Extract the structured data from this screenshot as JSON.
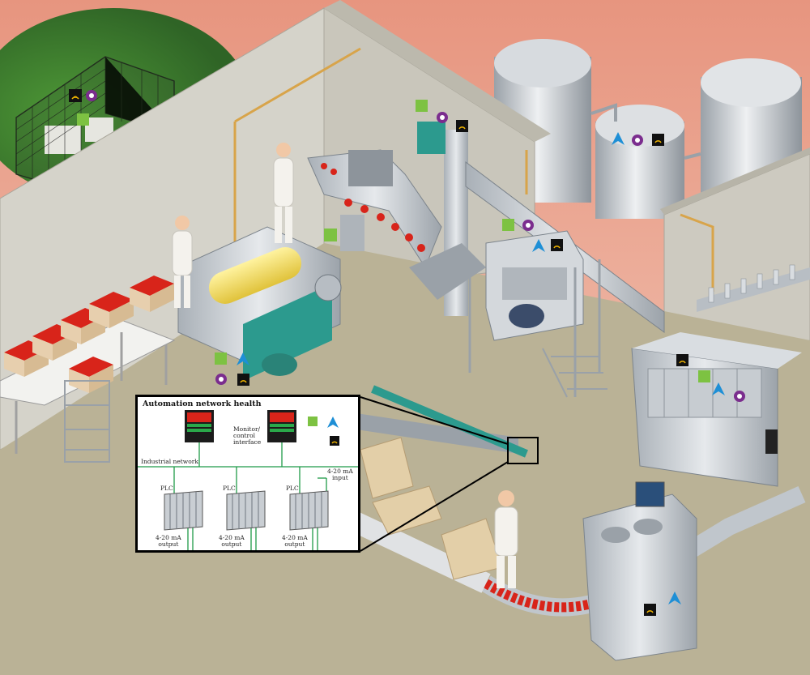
{
  "inset": {
    "title": "Automation network health",
    "monitor_label_1": "Monitor/",
    "monitor_label_2": "control",
    "monitor_label_3": "interface",
    "network_label": "Industrial network",
    "plc_labels": [
      "PLC",
      "PLC",
      "PLC"
    ],
    "output_label_line1": "4-20 mA",
    "output_label_line2": "output",
    "input_label_line1": "4-20 mA",
    "input_label_line2": "input"
  },
  "icons": {
    "status_colors": {
      "green": "#7dc242",
      "purple": "#7b2d8e",
      "blue": "#1e8fd6",
      "black": "#111111",
      "wireless": "#f0b400"
    },
    "icon_names": [
      "status-square-icon",
      "gauge-ring-icon",
      "navigation-arrow-icon",
      "wireless-signal-icon"
    ]
  },
  "colors": {
    "floor": "#b9b196",
    "wall": "#d6d4cb",
    "steel": "#c4c9cf",
    "tomato": "#d8241a",
    "sky": "#ec9f8c",
    "tree": "#3f7a2e"
  }
}
